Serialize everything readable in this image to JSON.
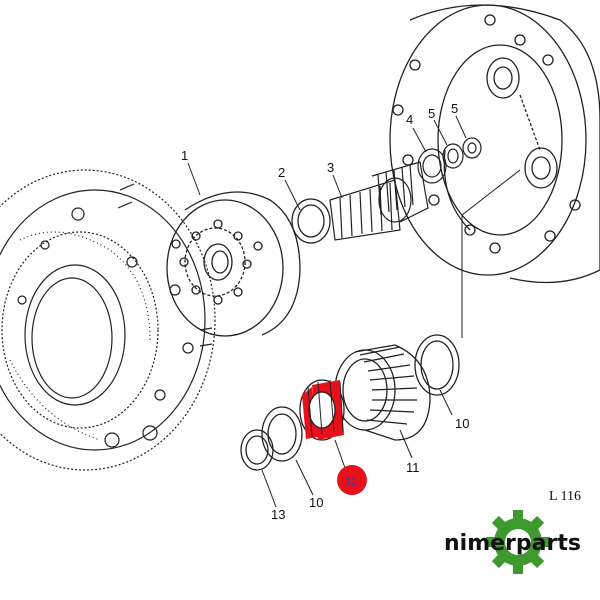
{
  "diagram": {
    "reference": "L 116",
    "callouts": {
      "c1": "1",
      "c2": "2",
      "c3": "3",
      "c4": "4",
      "c5a": "5",
      "c5b": "5",
      "c10a": "10",
      "c10b": "10",
      "c11": "11",
      "c12": "12",
      "c13": "13"
    },
    "highlight_color": "#e8101a"
  },
  "brand": {
    "name": "nimerparts",
    "logo_colors": {
      "gear": "#3e9a2f"
    }
  }
}
